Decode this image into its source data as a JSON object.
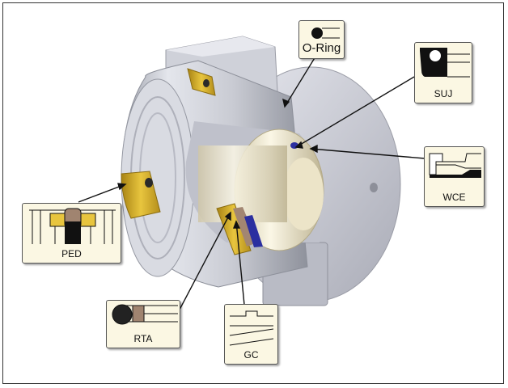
{
  "figure": {
    "callouts": {
      "oring": "O-Ring",
      "suj": "SUJ",
      "wce": "WCE",
      "ped": "PED",
      "rta": "RTA",
      "gc": "GC"
    },
    "colors": {
      "callout_bg": "#fbf7e3",
      "seal_gold": "#d6b22a",
      "seal_brown": "#a08470",
      "seal_blue": "#2b2fa0",
      "housing_gray": "#c8cad3"
    }
  }
}
